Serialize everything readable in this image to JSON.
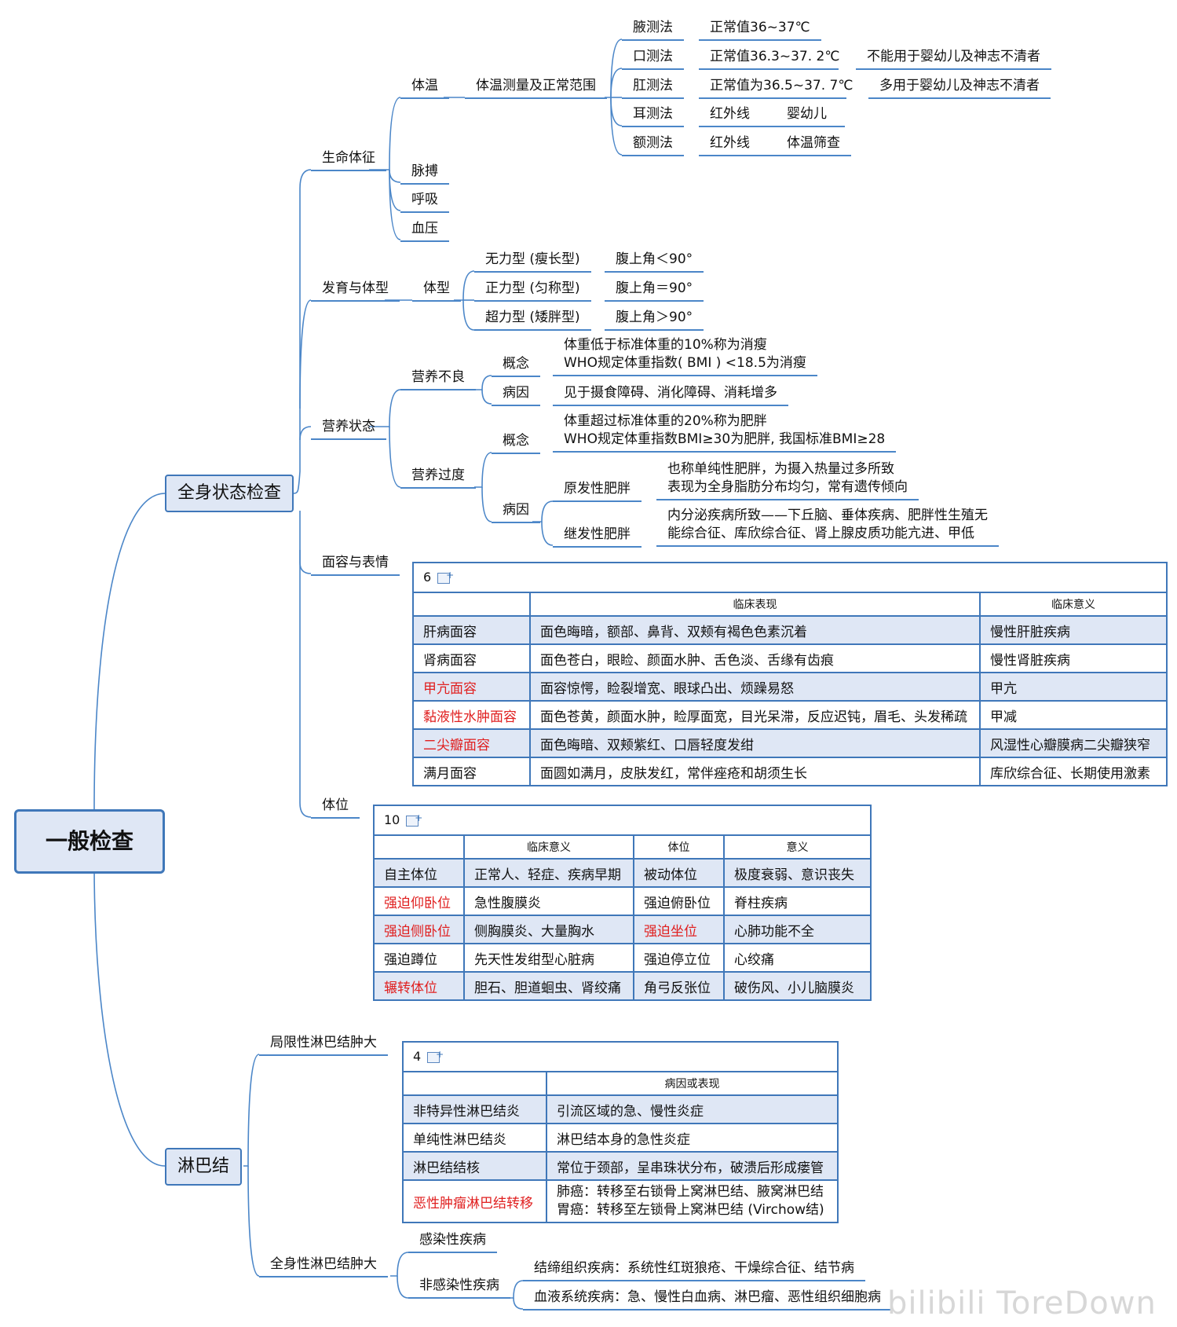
{
  "root": "一般检查",
  "sec1": "全身状态检查",
  "sec2": "淋巴结",
  "vital": {
    "title": "生命体征",
    "temp": "体温",
    "temp_measure": "体温测量及正常范围",
    "methods": [
      {
        "name": "腋测法",
        "value": "正常值36~37℃",
        "extra": ""
      },
      {
        "name": "口测法",
        "value": "正常值36.3~37. 2℃",
        "extra": "不能用于婴幼儿及神志不清者"
      },
      {
        "name": "肛测法",
        "value": "正常值为36.5~37. 7℃",
        "extra": "多用于婴幼儿及神志不清者"
      },
      {
        "name": "耳测法",
        "value": "红外线",
        "extra": "婴幼儿"
      },
      {
        "name": "额测法",
        "value": "红外线",
        "extra": "体温筛查"
      }
    ],
    "pulse": "脉搏",
    "breath": "呼吸",
    "bp": "血压"
  },
  "dev": {
    "title": "发育与体型",
    "body_type": "体型",
    "types": [
      {
        "name": "无力型 (瘦长型)",
        "angle": "腹上角＜90°"
      },
      {
        "name": "正力型 (匀称型)",
        "angle": "腹上角＝90°"
      },
      {
        "name": "超力型 (矮胖型)",
        "angle": "腹上角＞90°"
      }
    ]
  },
  "nutr": {
    "title": "营养状态",
    "under": "营养不良",
    "under_concept_label": "概念",
    "under_concept": "体重低于标准体重的10%称为消瘦\nWHO规定体重指数( BMI ) <18.5为消瘦",
    "under_cause_label": "病因",
    "under_cause": "见于摄食障碍、消化障碍、消耗增多",
    "over": "营养过度",
    "over_concept_label": "概念",
    "over_concept": "体重超过标准体重的20%称为肥胖\nWHO规定体重指数BMI≥30为肥胖, 我国标准BMI≥28",
    "over_cause_label": "病因",
    "primary": "原发性肥胖",
    "primary_desc": "也称单纯性肥胖，为摄入热量过多所致\n表现为全身脂肪分布均匀，常有遗传倾向",
    "secondary": "继发性肥胖",
    "secondary_desc": "内分泌疾病所致——下丘脑、垂体疾病、肥胖性生殖无\n能综合征、库欣综合征、肾上腺皮质功能亢进、甲低"
  },
  "face": {
    "title": "面容与表情",
    "count": "6",
    "headers": [
      "",
      "临床表现",
      "临床意义"
    ],
    "rows": [
      {
        "name": "肝病面容",
        "show": "面色晦暗，额部、鼻背、双颊有褐色色素沉着",
        "mean": "慢性肝脏疾病",
        "red": false
      },
      {
        "name": "肾病面容",
        "show": "面色苍白，眼睑、颜面水肿、舌色淡、舌缘有齿痕",
        "mean": "慢性肾脏疾病",
        "red": false
      },
      {
        "name": "甲亢面容",
        "show": "面容惊愕，睑裂增宽、眼球凸出、烦躁易怒",
        "mean": "甲亢",
        "red": true
      },
      {
        "name": "黏液性水肿面容",
        "show": "面色苍黄，颜面水肿，睑厚面宽，目光呆滞，反应迟钝，眉毛、头发稀疏",
        "mean": "甲减",
        "red": true
      },
      {
        "name": "二尖瓣面容",
        "show": "面色晦暗、双颊紫红、口唇轻度发绀",
        "mean": "风湿性心瓣膜病二尖瓣狭窄",
        "red": true
      },
      {
        "name": "满月面容",
        "show": "面圆如满月，皮肤发红，常伴痤疮和胡须生长",
        "mean": "库欣综合征、长期使用激素",
        "red": false
      }
    ]
  },
  "pos": {
    "title": "体位",
    "count": "10",
    "headers": [
      "",
      "临床意义",
      "体位",
      "意义"
    ],
    "rows": [
      {
        "a": "自主体位",
        "b": "正常人、轻症、疾病早期",
        "c": "被动体位",
        "d": "极度衰弱、意识丧失",
        "ar": false,
        "cr": false
      },
      {
        "a": "强迫仰卧位",
        "b": "急性腹膜炎",
        "c": "强迫俯卧位",
        "d": "脊柱疾病",
        "ar": true,
        "cr": false
      },
      {
        "a": "强迫侧卧位",
        "b": "侧胸膜炎、大量胸水",
        "c": "强迫坐位",
        "d": "心肺功能不全",
        "ar": true,
        "cr": true
      },
      {
        "a": "强迫蹲位",
        "b": "先天性发绀型心脏病",
        "c": "强迫停立位",
        "d": "心绞痛",
        "ar": false,
        "cr": false
      },
      {
        "a": "辗转体位",
        "b": "胆石、胆道蛔虫、肾绞痛",
        "c": "角弓反张位",
        "d": "破伤风、小儿脑膜炎",
        "ar": true,
        "cr": false
      }
    ]
  },
  "lymph": {
    "local": "局限性淋巴结肿大",
    "count": "4",
    "headers": [
      "",
      "病因或表现"
    ],
    "rows": [
      {
        "name": "非特异性淋巴结炎",
        "desc": "引流区域的急、慢性炎症",
        "red": false
      },
      {
        "name": "单纯性淋巴结炎",
        "desc": "淋巴结本身的急性炎症",
        "red": false
      },
      {
        "name": "淋巴结结核",
        "desc": "常位于颈部，呈串珠状分布，破溃后形成瘘管",
        "red": false
      },
      {
        "name": "恶性肿瘤淋巴结转移",
        "desc": "肺癌：转移至右锁骨上窝淋巴结、腋窝淋巴结\n胃癌：转移至左锁骨上窝淋巴结 (Virchow结)",
        "red": true
      }
    ],
    "general": "全身性淋巴结肿大",
    "infect": "感染性疾病",
    "noninfect": "非感染性疾病",
    "connective": "结缔组织疾病：系统性红斑狼疮、干燥综合征、结节病",
    "blood": "血液系统疾病：急、慢性白血病、淋巴瘤、恶性组织细胞病"
  },
  "watermark": "bilibili ToreDown",
  "colors": {
    "line": "#4b86c8",
    "box_fill": "#dfe7f5",
    "box_border": "#3f77b9",
    "red": "#e02020"
  }
}
